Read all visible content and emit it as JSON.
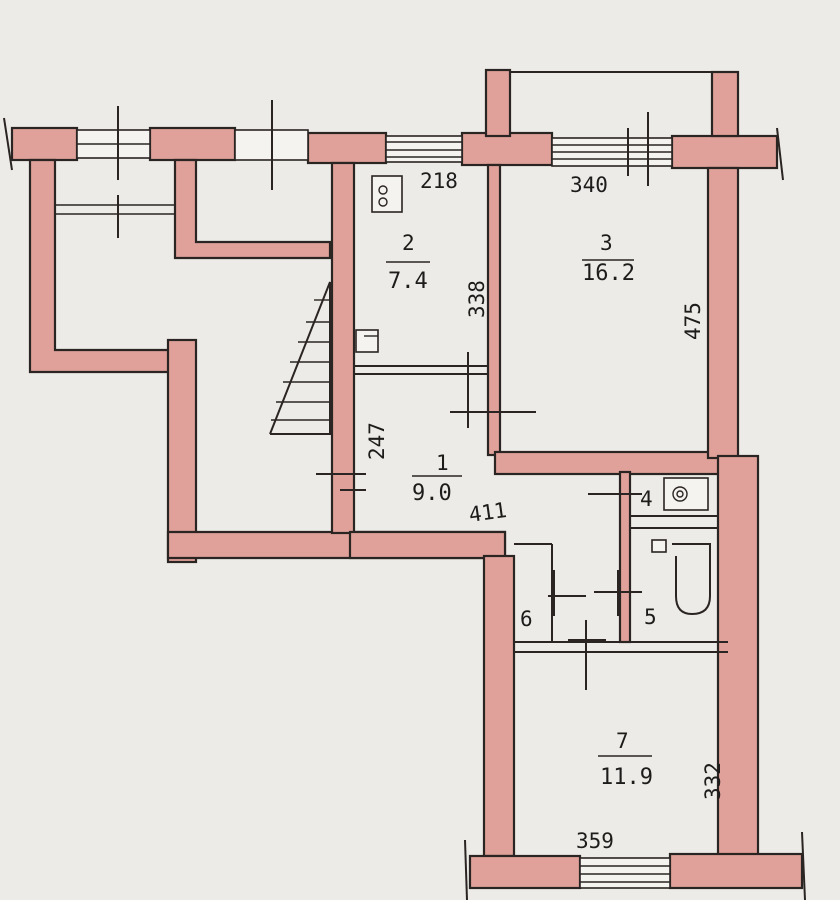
{
  "rooms": [
    {
      "number": "1",
      "area": "9.0"
    },
    {
      "number": "2",
      "area": "7.4"
    },
    {
      "number": "3",
      "area": "16.2"
    },
    {
      "number": "4"
    },
    {
      "number": "5"
    },
    {
      "number": "6"
    },
    {
      "number": "7",
      "area": "11.9"
    }
  ],
  "dimensions": {
    "d218": "218",
    "d340": "340",
    "d338": "338",
    "d475": "475",
    "d247": "247",
    "d411": "411",
    "d332": "332",
    "d359": "359"
  },
  "colors": {
    "wall_fill": "#e0a19b",
    "line": "#2a2422",
    "paper": "#ecebe7"
  }
}
